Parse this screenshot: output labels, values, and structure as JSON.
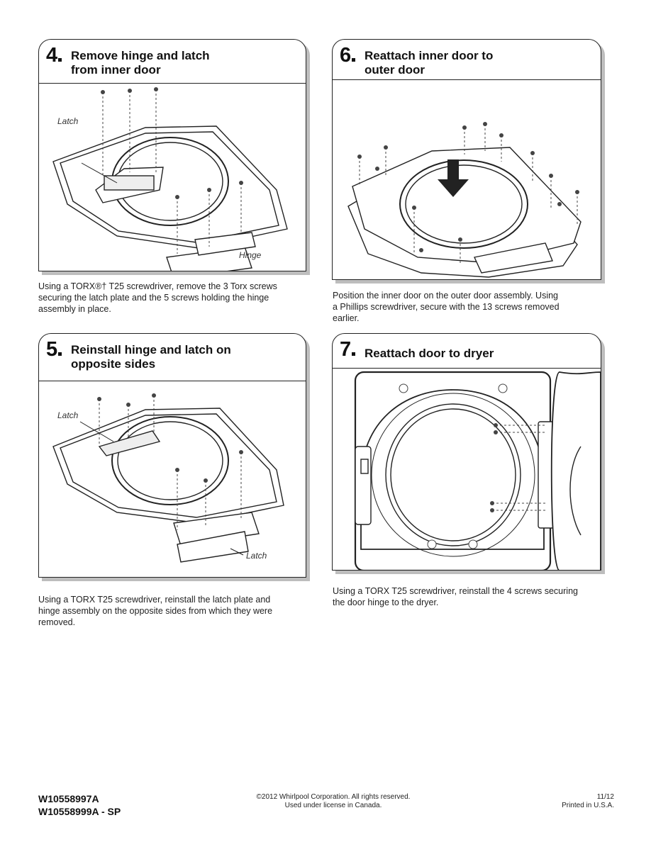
{
  "steps": [
    {
      "number": "4",
      "title": "Remove hinge and latch\nfrom inner door",
      "labels": {
        "latch": "Latch",
        "hinge": "Hinge"
      },
      "description": "Using a TORX®† T25 screwdriver, remove the 3 Torx screws\nsecuring the latch plate and the 5 screws holding the hinge\nassembly in place."
    },
    {
      "number": "5",
      "title": "Reinstall hinge and latch on\nopposite sides",
      "labels": {
        "latch_top": "Latch",
        "latch_bottom": "Latch"
      },
      "description": "Using a TORX T25 screwdriver, reinstall the latch plate and\nhinge assembly on the opposite sides from which they were\nremoved."
    },
    {
      "number": "6",
      "title": "Reattach inner door to\nouter door",
      "description": "Position the inner door on the outer door assembly. Using\na Phillips screwdriver, secure with the 13 screws removed\nearlier."
    },
    {
      "number": "7",
      "title": "Reattach door to dryer",
      "description": "Using a TORX T25 screwdriver, reinstall the 4 screws securing\nthe door hinge to the dryer."
    }
  ],
  "footer": {
    "part_numbers": [
      "W10558997A",
      "W10558999A - SP"
    ],
    "copyright": "©2012 Whirlpool Corporation. All rights reserved.",
    "license": "Used under license in Canada.",
    "date": "11/12",
    "printed": "Printed in U.S.A."
  }
}
